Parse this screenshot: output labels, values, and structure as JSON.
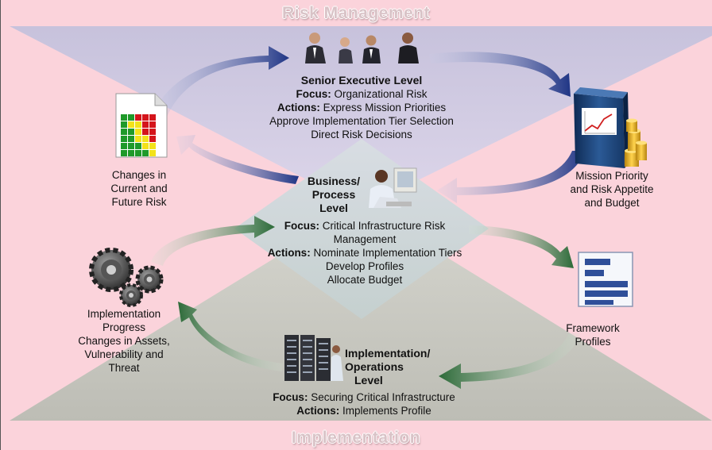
{
  "banner": {
    "top": "Risk Management",
    "bottom": "Implementation"
  },
  "senior": {
    "title": "Senior Executive Level",
    "focus_key": "Focus:",
    "focus_val": "Organizational Risk",
    "actions_key": "Actions:",
    "actions_val": "Express Mission Priorities",
    "action2": "Approve Implementation Tier Selection",
    "action3": "Direct Risk Decisions"
  },
  "business": {
    "title1": "Business/",
    "title2": "Process",
    "title3": "Level",
    "focus_key": "Focus:",
    "focus_val1": "Critical Infrastructure Risk",
    "focus_val2": "Management",
    "actions_key": "Actions:",
    "actions_val": "Nominate Implementation Tiers",
    "action2": "Develop Profiles",
    "action3": "Allocate Budget"
  },
  "implementation": {
    "title1": "Implementation/",
    "title2": "Operations",
    "title3": "Level",
    "focus_key": "Focus:",
    "focus_val": "Securing Critical Infrastructure",
    "actions_key": "Actions:",
    "actions_val": "Implements Profile"
  },
  "left_top": {
    "l1": "Changes in",
    "l2": "Current and",
    "l3": "Future Risk"
  },
  "left_bottom": {
    "l1": "Implementation",
    "l2": "Progress",
    "l3": "Changes in Assets,",
    "l4": "Vulnerability and",
    "l5": "Threat"
  },
  "right_top": {
    "l1": "Mission Priority",
    "l2": "and Risk Appetite",
    "l3": "and Budget"
  },
  "right_bottom": {
    "l1": "Framework",
    "l2": "Profiles"
  },
  "colors": {
    "pink": "#f9d3da",
    "lavender": "#ccc8de",
    "gray": "#c9c9c2",
    "diamond": "#cdd6d6",
    "blue_arrow": "#2b3f8f",
    "green_arrow": "#2f6a3a"
  }
}
